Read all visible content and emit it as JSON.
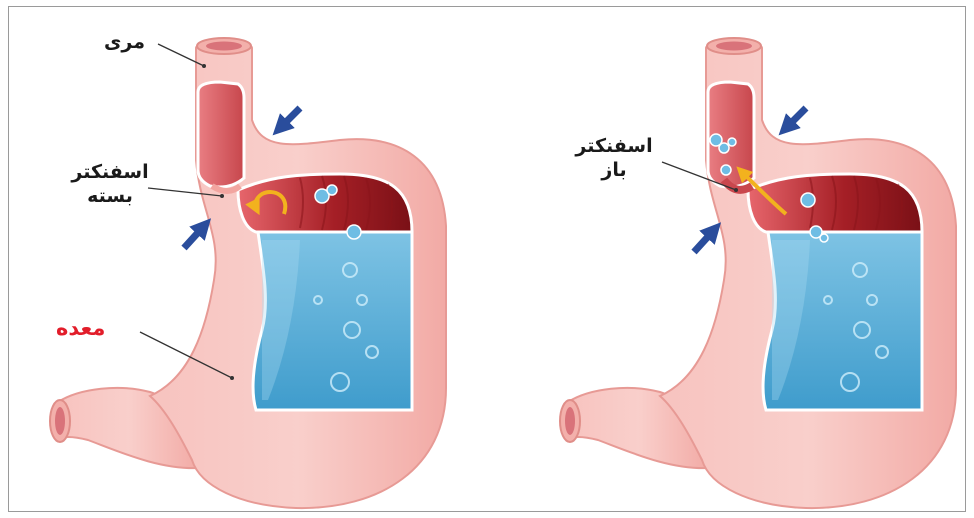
{
  "labels": {
    "esophagus": "مری",
    "closed_sphincter_line1": "اسفنکتر",
    "closed_sphincter_line2": "بسته",
    "stomach": "معده",
    "open_sphincter_line1": "اسفنکتر",
    "open_sphincter_line2": "باز"
  },
  "colors": {
    "tissue": "#f6b9b5",
    "tissue_edge": "#e79a95",
    "lumen_dark": "#9b1c21",
    "lumen_light": "#e26066",
    "acid": "#5fb4dc",
    "acid_light": "#9fd6ef",
    "pressure_arrow": "#2a4d9c",
    "reflux_arrow": "#f2b21e",
    "accent_red": "#e21d2a"
  },
  "icons": [
    "pressure-arrow-icon",
    "reflux-arrow-icon",
    "acid-bubble-icon"
  ]
}
